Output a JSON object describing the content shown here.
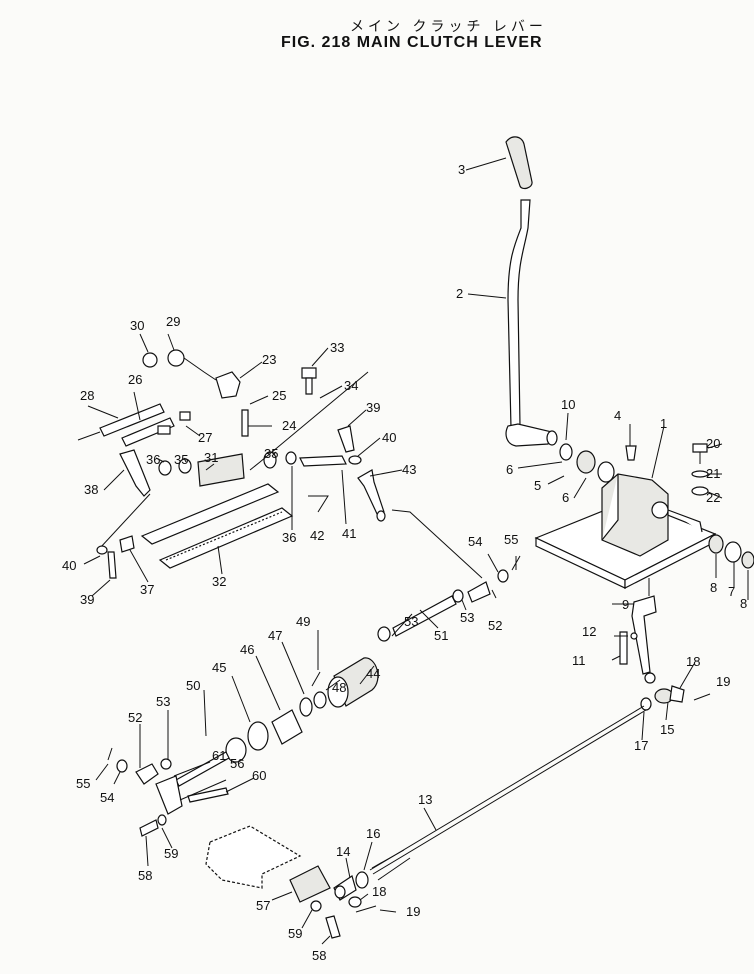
{
  "title_jp": "メイン クラッチ レバー",
  "title_en": "FIG. 218  MAIN  CLUTCH  LEVER",
  "callouts": [
    {
      "id": "c1",
      "t": "1"
    },
    {
      "id": "c2",
      "t": "2"
    },
    {
      "id": "c3",
      "t": "3"
    },
    {
      "id": "c4",
      "t": "4"
    },
    {
      "id": "c5",
      "t": "5"
    },
    {
      "id": "c6a",
      "t": "6"
    },
    {
      "id": "c6b",
      "t": "6"
    },
    {
      "id": "c7",
      "t": "7"
    },
    {
      "id": "c8a",
      "t": "8"
    },
    {
      "id": "c8b",
      "t": "8"
    },
    {
      "id": "c9",
      "t": "9"
    },
    {
      "id": "c10",
      "t": "10"
    },
    {
      "id": "c11",
      "t": "11"
    },
    {
      "id": "c12",
      "t": "12"
    },
    {
      "id": "c13",
      "t": "13"
    },
    {
      "id": "c14",
      "t": "14"
    },
    {
      "id": "c15",
      "t": "15"
    },
    {
      "id": "c16",
      "t": "16"
    },
    {
      "id": "c17",
      "t": "17"
    },
    {
      "id": "c18a",
      "t": "18"
    },
    {
      "id": "c18b",
      "t": "18"
    },
    {
      "id": "c19a",
      "t": "19"
    },
    {
      "id": "c19b",
      "t": "19"
    },
    {
      "id": "c20",
      "t": "20"
    },
    {
      "id": "c21",
      "t": "21"
    },
    {
      "id": "c22",
      "t": "22"
    },
    {
      "id": "c23",
      "t": "23"
    },
    {
      "id": "c24",
      "t": "24"
    },
    {
      "id": "c25",
      "t": "25"
    },
    {
      "id": "c26",
      "t": "26"
    },
    {
      "id": "c27",
      "t": "27"
    },
    {
      "id": "c28",
      "t": "28"
    },
    {
      "id": "c29",
      "t": "29"
    },
    {
      "id": "c30",
      "t": "30"
    },
    {
      "id": "c31",
      "t": "31"
    },
    {
      "id": "c32",
      "t": "32"
    },
    {
      "id": "c33",
      "t": "33"
    },
    {
      "id": "c34",
      "t": "34"
    },
    {
      "id": "c35a",
      "t": "35"
    },
    {
      "id": "c35b",
      "t": "35"
    },
    {
      "id": "c36a",
      "t": "36"
    },
    {
      "id": "c36b",
      "t": "36"
    },
    {
      "id": "c37",
      "t": "37"
    },
    {
      "id": "c38",
      "t": "38"
    },
    {
      "id": "c39a",
      "t": "39"
    },
    {
      "id": "c39b",
      "t": "39"
    },
    {
      "id": "c40a",
      "t": "40"
    },
    {
      "id": "c40b",
      "t": "40"
    },
    {
      "id": "c41",
      "t": "41"
    },
    {
      "id": "c42",
      "t": "42"
    },
    {
      "id": "c43",
      "t": "43"
    },
    {
      "id": "c44",
      "t": "44"
    },
    {
      "id": "c45",
      "t": "45"
    },
    {
      "id": "c46",
      "t": "46"
    },
    {
      "id": "c47",
      "t": "47"
    },
    {
      "id": "c48",
      "t": "48"
    },
    {
      "id": "c49",
      "t": "49"
    },
    {
      "id": "c50",
      "t": "50"
    },
    {
      "id": "c51",
      "t": "51"
    },
    {
      "id": "c52a",
      "t": "52"
    },
    {
      "id": "c52b",
      "t": "52"
    },
    {
      "id": "c53a",
      "t": "53"
    },
    {
      "id": "c53b",
      "t": "53"
    },
    {
      "id": "c53c",
      "t": "53"
    },
    {
      "id": "c54a",
      "t": "54"
    },
    {
      "id": "c54b",
      "t": "54"
    },
    {
      "id": "c55a",
      "t": "55"
    },
    {
      "id": "c55b",
      "t": "55"
    },
    {
      "id": "c56",
      "t": "56"
    },
    {
      "id": "c57",
      "t": "57"
    },
    {
      "id": "c58a",
      "t": "58"
    },
    {
      "id": "c58b",
      "t": "58"
    },
    {
      "id": "c59a",
      "t": "59"
    },
    {
      "id": "c59b",
      "t": "59"
    },
    {
      "id": "c60",
      "t": "60"
    },
    {
      "id": "c61",
      "t": "61"
    }
  ]
}
